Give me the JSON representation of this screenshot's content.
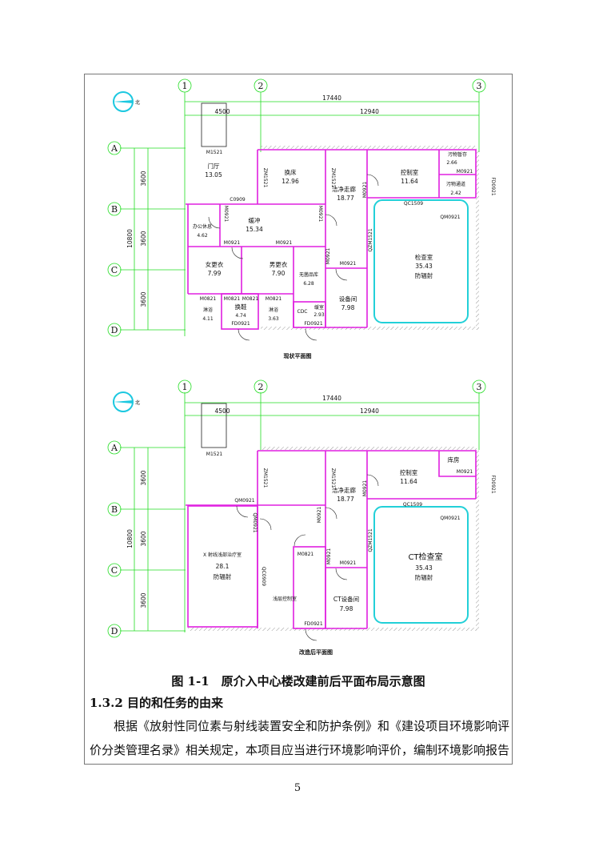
{
  "plan_before": {
    "north": "北",
    "grid_cols": [
      "1",
      "2",
      "3"
    ],
    "grid_rows": [
      "A",
      "B",
      "C",
      "D"
    ],
    "dims": {
      "total_width": "17440",
      "left_span": "4500",
      "right_span": "12940",
      "total_depth": "10800",
      "bay": "3600"
    },
    "rooms": {
      "lobby": {
        "name": "门厅",
        "area": "13.05"
      },
      "bed_change": {
        "name": "换床",
        "area": "12.96"
      },
      "clean_corridor": {
        "name": "洁净走廊",
        "area": "18.77"
      },
      "control": {
        "name": "控制室",
        "area": "11.64"
      },
      "waste_store": {
        "name": "污物暂存",
        "area": "2.66"
      },
      "waste_pass": {
        "name": "污物通道",
        "area": "2.42"
      },
      "office": {
        "name": "办公休息",
        "area": "4.62"
      },
      "buffer": {
        "name": "缓冲",
        "area": "15.34"
      },
      "exam": {
        "name": "检查室",
        "area": "35.43",
        "note": "防辐射"
      },
      "female_change": {
        "name": "女更衣",
        "area": "7.99"
      },
      "male_change": {
        "name": "男更衣",
        "area": "7.90"
      },
      "sterile": {
        "name": "无菌品库",
        "area": "6.28"
      },
      "equipment": {
        "name": "设备间",
        "area": "7.98"
      },
      "shower1": {
        "name": "淋浴",
        "area": "4.11"
      },
      "shoe_change": {
        "name": "换鞋",
        "area": "4.74"
      },
      "shower2": {
        "name": "淋浴",
        "area": "3.63"
      },
      "anteroom": {
        "name": "缓室",
        "area": "2.93"
      }
    },
    "doors": {
      "m1521": "M1521",
      "zm1521": "ZM1521",
      "c0909": "C0909",
      "m0921": "M0921",
      "m0821": "M0821",
      "fd0921": "FD0921",
      "qc1509": "QC1509",
      "qm0921": "QM0921",
      "qzm1521": "QZM1521",
      "cdc": "CDC"
    },
    "title": "现状平面图"
  },
  "plan_after": {
    "north": "北",
    "grid_cols": [
      "1",
      "2",
      "3"
    ],
    "grid_rows": [
      "A",
      "B",
      "C",
      "D"
    ],
    "dims": {
      "total_width": "17440",
      "left_span": "4500",
      "right_span": "12940",
      "total_depth": "10800",
      "bay": "3600"
    },
    "rooms": {
      "clean_corridor": {
        "name": "洁净走廊",
        "area": "18.77"
      },
      "control": {
        "name": "控制室",
        "area": "11.64"
      },
      "storage": {
        "name": "库房"
      },
      "xray": {
        "name": "X 射线浅部治疗室",
        "area": "28.1",
        "note": "防辐射"
      },
      "shallow_control": {
        "name": "浅层控制室"
      },
      "ct_exam": {
        "name": "CT检查室",
        "area": "35.43",
        "note": "防辐射"
      },
      "ct_equipment": {
        "name": "CT设备间",
        "area": "7.98"
      }
    },
    "doors": {
      "m1521": "M1521",
      "zm1521": "ZM1521",
      "qm0921": "QM0921",
      "m0921": "M0921",
      "m0821": "M0821",
      "fd0921": "FD0921",
      "qc1509": "QC1509",
      "qzm1521": "QZM1521",
      "qc0909": "QC0909"
    },
    "title": "改造后平面图"
  },
  "caption": "图 1-1　原介入中心楼改建前后平面布局示意图",
  "section_heading": "1.3.2 目的和任务的由来",
  "paragraph_lines": [
    "根据《放射性同位素与射线装置安全和防护条例》和《建设项目环境影响评",
    "价分类管理名录》相关规定，本项目应当进行环境影响评价，编制环境影响报告"
  ],
  "page_number": "5"
}
